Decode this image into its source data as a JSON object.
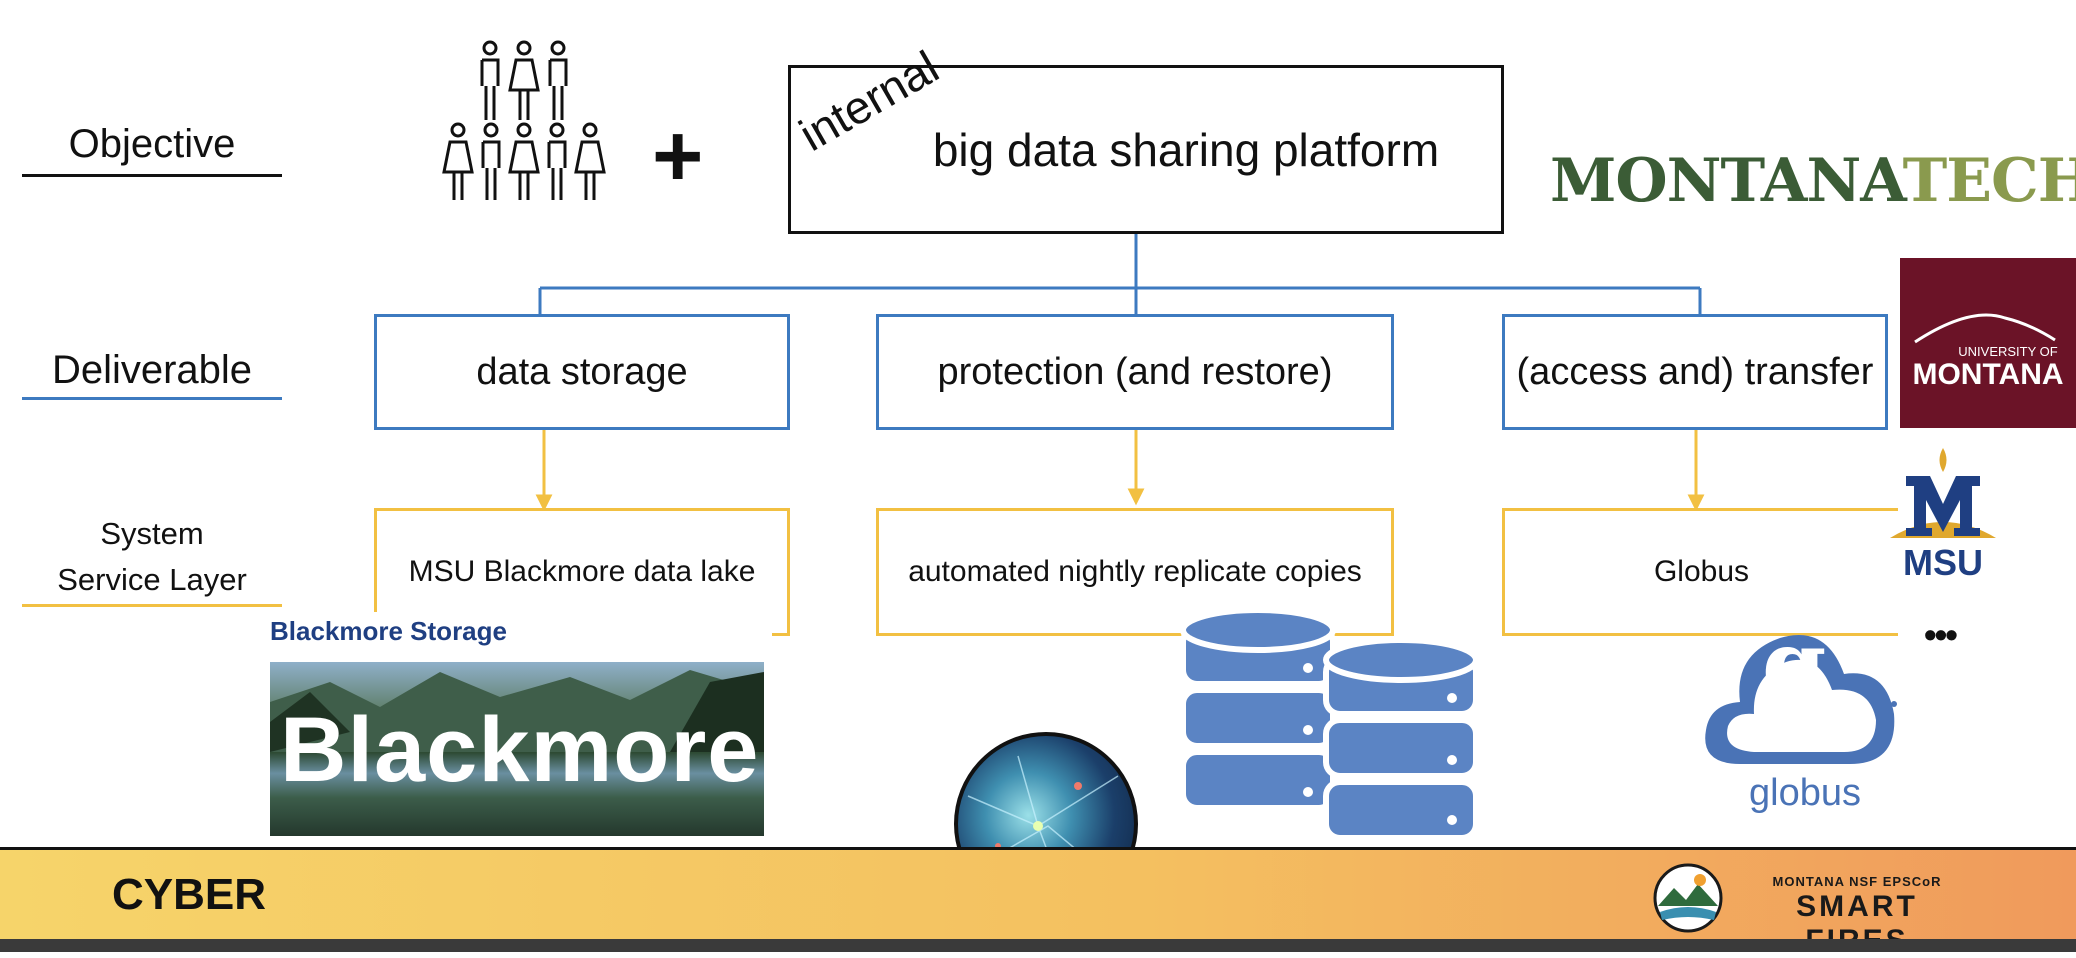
{
  "rows": {
    "objective": "Objective",
    "deliverable": "Deliverable",
    "service_line1": "System",
    "service_line2": "Service Layer"
  },
  "platform": {
    "title": "big data sharing platform",
    "tag": "internal"
  },
  "plus": "+",
  "deliverables": [
    "data storage",
    "protection (and restore)",
    "(access and) transfer"
  ],
  "services": [
    "MSU Blackmore data lake",
    "automated nightly replicate copies",
    "Globus"
  ],
  "blackmore": {
    "caption": "Blackmore Storage",
    "banner": "Blackmore"
  },
  "logos": {
    "montana_tech_a": "MONTANA",
    "montana_tech_b": "TECH",
    "um_small": "UNIVERSITY OF",
    "um_big": "MONTANA",
    "msu": "MSU",
    "globus": "globus",
    "globus_g": "g",
    "more": "•••"
  },
  "footer": {
    "label": "CYBER",
    "program_top": "MONTANA NSF EPSCoR",
    "program_name": "SMART FIRES"
  },
  "colors": {
    "deliverable_blue": "#3d7ac0",
    "service_yellow": "#f2c042",
    "montana_tech_green": "#3b5c36",
    "montana_tech_olive": "#8a9a4e",
    "um_maroon": "#6b1327",
    "msu_blue": "#1f3f82",
    "msu_gold": "#e0a82e",
    "globus_blue": "#4a73b6",
    "database_blue": "#5b84c4"
  }
}
